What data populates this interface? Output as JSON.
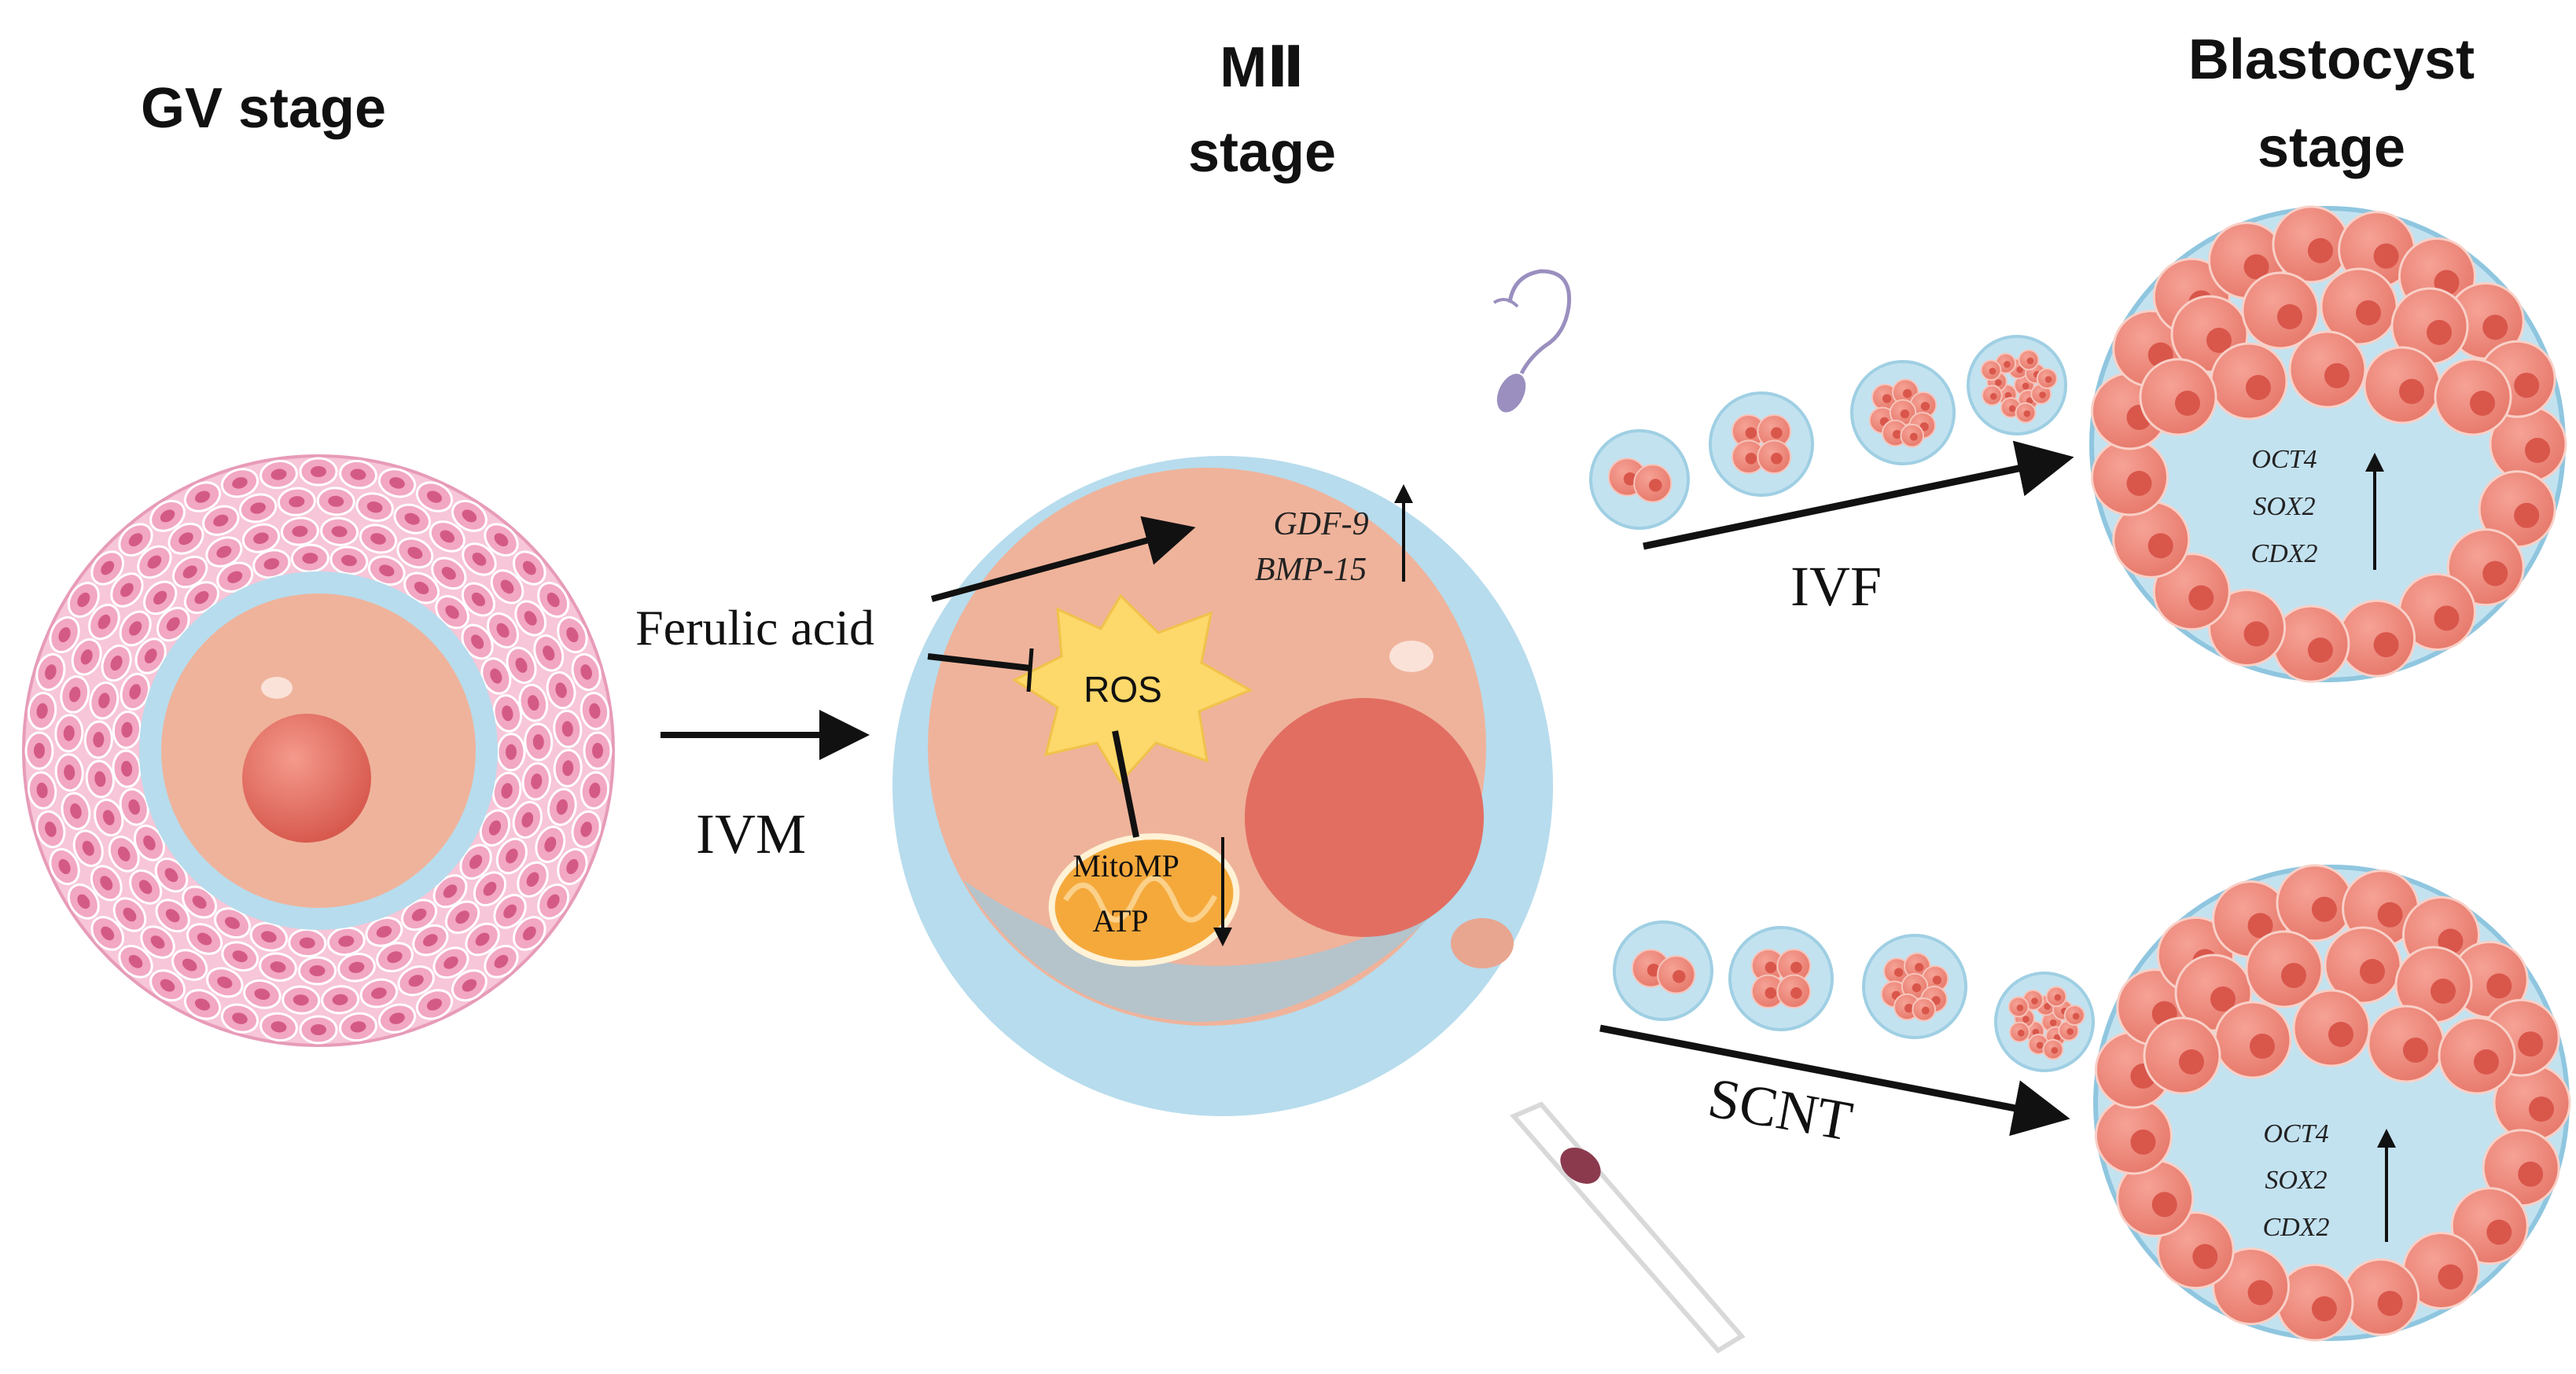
{
  "stages": {
    "gv": "GV stage",
    "mii_line1": "MⅡ",
    "mii_line2": "stage",
    "blastocyst_line1": "Blastocyst",
    "blastocyst_line2": "stage"
  },
  "processes": {
    "ivm": "IVM",
    "ivf": "IVF",
    "scnt": "SCNT"
  },
  "treatment": "Ferulic acid",
  "oocyte_labels": {
    "gdf9": "GDF-9",
    "bmp15": "BMP-15",
    "ros": "ROS",
    "mitomp": "MitoMP",
    "atp": "ATP"
  },
  "blastocyst_genes": {
    "oct4": "OCT4",
    "sox2": "SOX2",
    "cdx2": "CDX2"
  },
  "colors": {
    "cumulus": "#f2a7c3",
    "cumulus_nucleus": "#d45a86",
    "zona": "#b7dced",
    "oocyte": "#efb39b",
    "nucleus": "#e26e62",
    "ros_star": "#fdd86a",
    "mitochondria": "#f5a93b",
    "blastomere": "#f08a7c",
    "arrow": "#111111"
  }
}
